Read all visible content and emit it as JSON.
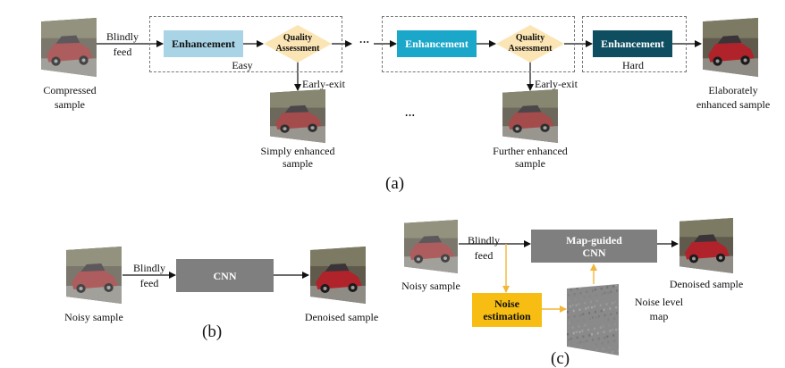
{
  "colors": {
    "enh_light": "#a8d4e6",
    "enh_mid": "#1aa7c9",
    "enh_dark": "#0e4e60",
    "quality": "#fbe5b4",
    "cnn_gray": "#7f7f7f",
    "noise_est": "#f7bd12",
    "orange_arrow": "#f2b63a"
  },
  "panel_a": {
    "input_label_1": "Compressed",
    "input_label_2": "sample",
    "blindly": "Blindly",
    "feed": "feed",
    "enh_1": "Enhancement",
    "qa_1_line1": "Quality",
    "qa_1_line2": "Assessment",
    "easy": "Easy",
    "dots_mid": "•••",
    "enh_2": "Enhancement",
    "qa_2_line1": "Quality",
    "qa_2_line2": "Assessment",
    "enh_3": "Enhancement",
    "hard": "Hard",
    "early_exit_1": "Early-exit",
    "early_exit_2": "Early-exit",
    "simply_1": "Simply enhanced",
    "simply_2": "sample",
    "dots_lower": "•••",
    "further_1": "Further enhanced",
    "further_2": "sample",
    "elab_1": "Elaborately",
    "elab_2": "enhanced sample",
    "caption": "(a)"
  },
  "panel_b": {
    "blindly": "Blindly",
    "feed": "feed",
    "cnn": "CNN",
    "noisy": "Noisy sample",
    "denoised": "Denoised sample",
    "caption": "(b)"
  },
  "panel_c": {
    "blindly": "Blindly",
    "feed": "feed",
    "cnn_line1": "Map-guided",
    "cnn_line2": "CNN",
    "noisy": "Noisy sample",
    "denoised": "Denoised sample",
    "noise_est_1": "Noise",
    "noise_est_2": "estimation",
    "noise_map_1": "Noise level",
    "noise_map_2": "map",
    "caption": "(c)"
  }
}
